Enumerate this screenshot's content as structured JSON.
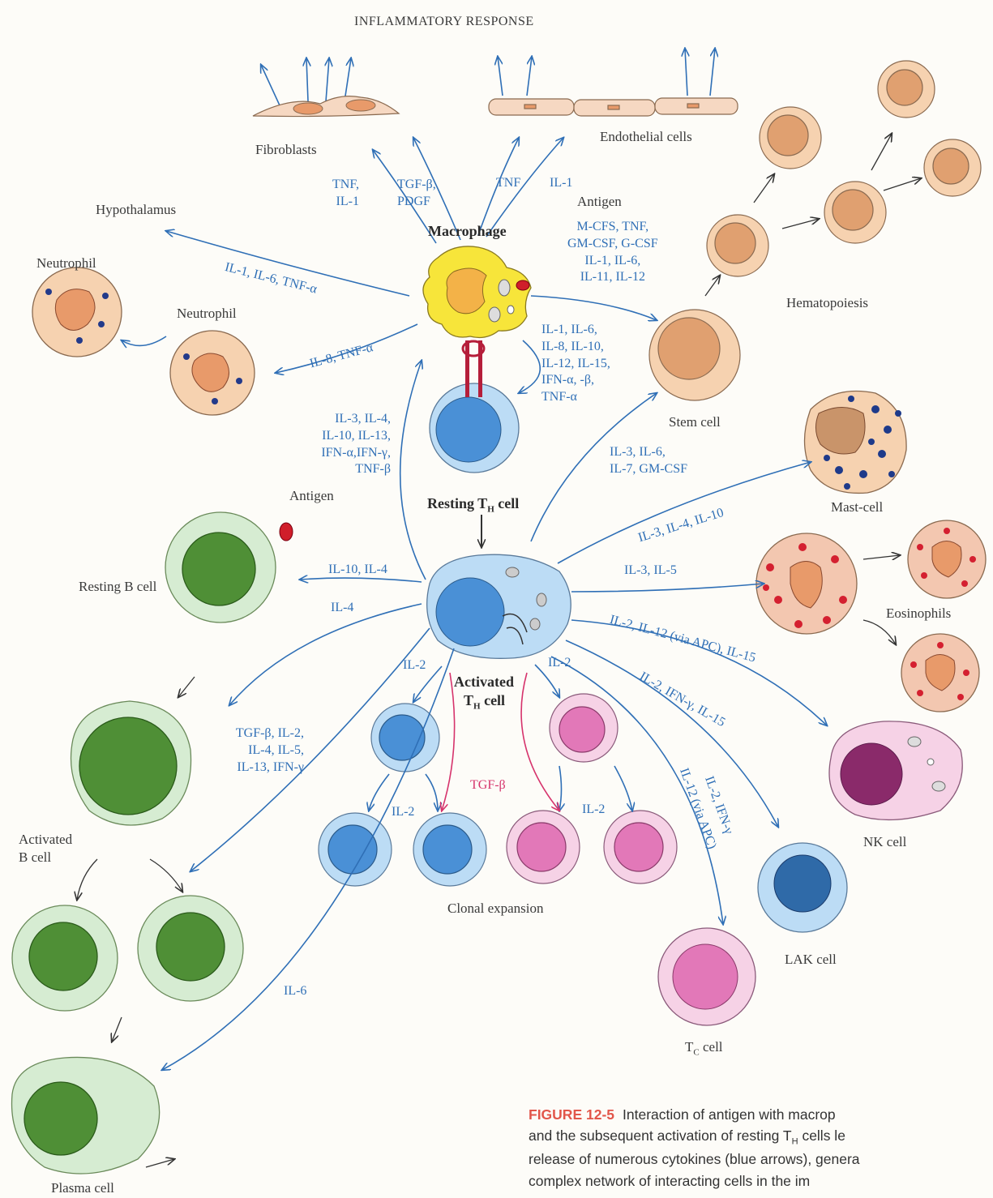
{
  "title": "INFLAMMATORY RESPONSE",
  "cells": {
    "fibroblasts": "Fibroblasts",
    "endothelial": "Endothelial cells",
    "hypothalamus": "Hypothalamus",
    "neutrophil_1": "Neutrophil",
    "neutrophil_2": "Neutrophil",
    "macrophage": "Macrophage",
    "antigen_macrophage": "Antigen",
    "hematopoiesis": "Hematopoiesis",
    "stem_cell": "Stem cell",
    "resting_th": "Resting T",
    "resting_th_sub": "H",
    "resting_th_suffix": " cell",
    "mast_cell": "Mast-cell",
    "antigen_b": "Antigen",
    "resting_b": "Resting B cell",
    "eosinophils": "Eosinophils",
    "activated_th_1": "Activated",
    "activated_th_2": "T",
    "activated_th_sub": "H",
    "activated_th_suffix": " cell",
    "activated_b_1": "Activated",
    "activated_b_2": "B cell",
    "nk_cell": "NK cell",
    "clonal_expansion": "Clonal expansion",
    "lak_cell": "LAK cell",
    "tc_cell": "T",
    "tc_sub": "C",
    "tc_suffix": " cell",
    "plasma_cell": "Plasma cell"
  },
  "cytokines": {
    "fibro_a_1": "TNF,",
    "fibro_a_2": "IL-1",
    "fibro_b_1": "TGF-β,",
    "fibro_b_2": "PDGF",
    "endo_a": "TNF",
    "endo_b": "IL-1",
    "hypo": "IL-1, IL-6, TNF-α",
    "neutro": "IL-8, TNF-α",
    "stem_1": "M-CFS, TNF,",
    "stem_2": "GM-CSF, G-CSF",
    "stem_3": "IL-1, IL-6,",
    "stem_4": "IL-11, IL-12",
    "th_feedback_1": "IL-1, IL-6,",
    "th_feedback_2": "IL-8, IL-10,",
    "th_feedback_3": "IL-12, IL-15,",
    "th_feedback_4": "IFN-α, -β,",
    "th_feedback_5": "TNF-α",
    "to_mac_1": "IL-3, IL-4,",
    "to_mac_2": "IL-10, IL-13,",
    "to_mac_3": "IFN-α,IFN-γ,",
    "to_mac_4": "TNF-β",
    "to_stem_1": "IL-3, IL-6,",
    "to_stem_2": "IL-7, GM-CSF",
    "mast": "IL-3, IL-4, IL-10",
    "eos": "IL-3, IL-5",
    "nk": "IL-2, IL-12 (via APC), IL-15",
    "lak": "IL-2, IFN-γ, IL-15",
    "tc_a": "IL-2, IFN-γ",
    "tc_b": "IL-12 (via APC)",
    "resting_b": "IL-10, IL-4",
    "il4": "IL-4",
    "il2_left": "IL-2",
    "il2_right": "IL-2",
    "il2_bottom_left": "IL-2",
    "il2_bottom_right": "IL-2",
    "tgfb": "TGF-β",
    "act_b_1": "TGF-β, IL-2,",
    "act_b_2": "IL-4, IL-5,",
    "act_b_3": "IL-13, IFN-γ",
    "il6": "IL-6"
  },
  "caption": {
    "figure": "FIGURE 12-5",
    "line1": "Interaction of antigen with macrop",
    "line2_a": "and the subsequent activation of resting T",
    "line2_sub": "H",
    "line2_b": " cells le",
    "line3": "release of numerous cytokines (blue arrows), genera",
    "line4": "complex network of interacting cells in the im"
  },
  "colors": {
    "cytokine_arrow": "#2f6fb6",
    "inhibit_arrow": "#d6336c",
    "macrophage": "#f4e23a",
    "t_cell": "#bcdcf5",
    "t_nucleus": "#4a90d6",
    "b_cell": "#d6ecd2",
    "b_nucleus": "#4f8f36",
    "stem": "#f6d2b0",
    "stem_nucleus": "#e0a070",
    "pink_cell": "#f6d2e6",
    "pink_nucleus": "#e278b8",
    "figure_label": "#e2564a"
  }
}
